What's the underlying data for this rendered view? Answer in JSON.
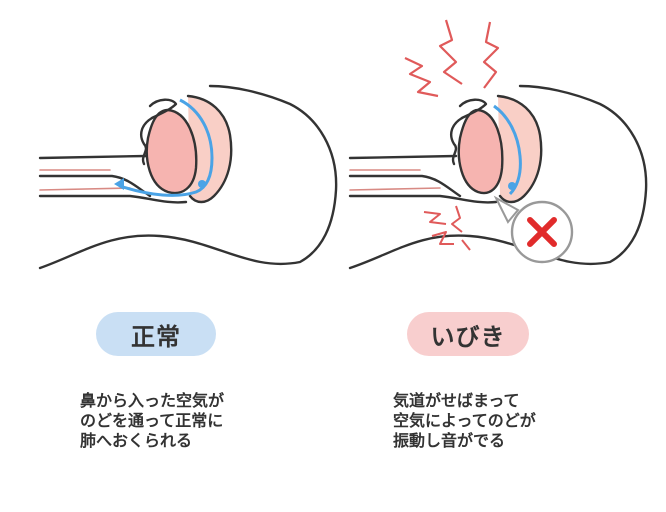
{
  "colors": {
    "outline": "#333333",
    "tissue": "#f9cfc6",
    "throat": "#f6b4b0",
    "airflow": "#4aa3e6",
    "alert": "#e05a5a",
    "cross": "#e12b2b",
    "badge_normal": "#c9dff4",
    "badge_snore": "#f8cece"
  },
  "panels": {
    "normal": {
      "badge": "正常",
      "description": [
        "鼻から入った空気が",
        "のどを通って正常に",
        "肺へおくられる"
      ]
    },
    "snore": {
      "badge": "いびき",
      "description": [
        "気道がせばまって",
        "空気によってのどが",
        "振動し音がでる"
      ]
    }
  },
  "icons": [
    "airflow-arrow-icon",
    "vibration-mark-icon",
    "blocked-cross-icon"
  ]
}
